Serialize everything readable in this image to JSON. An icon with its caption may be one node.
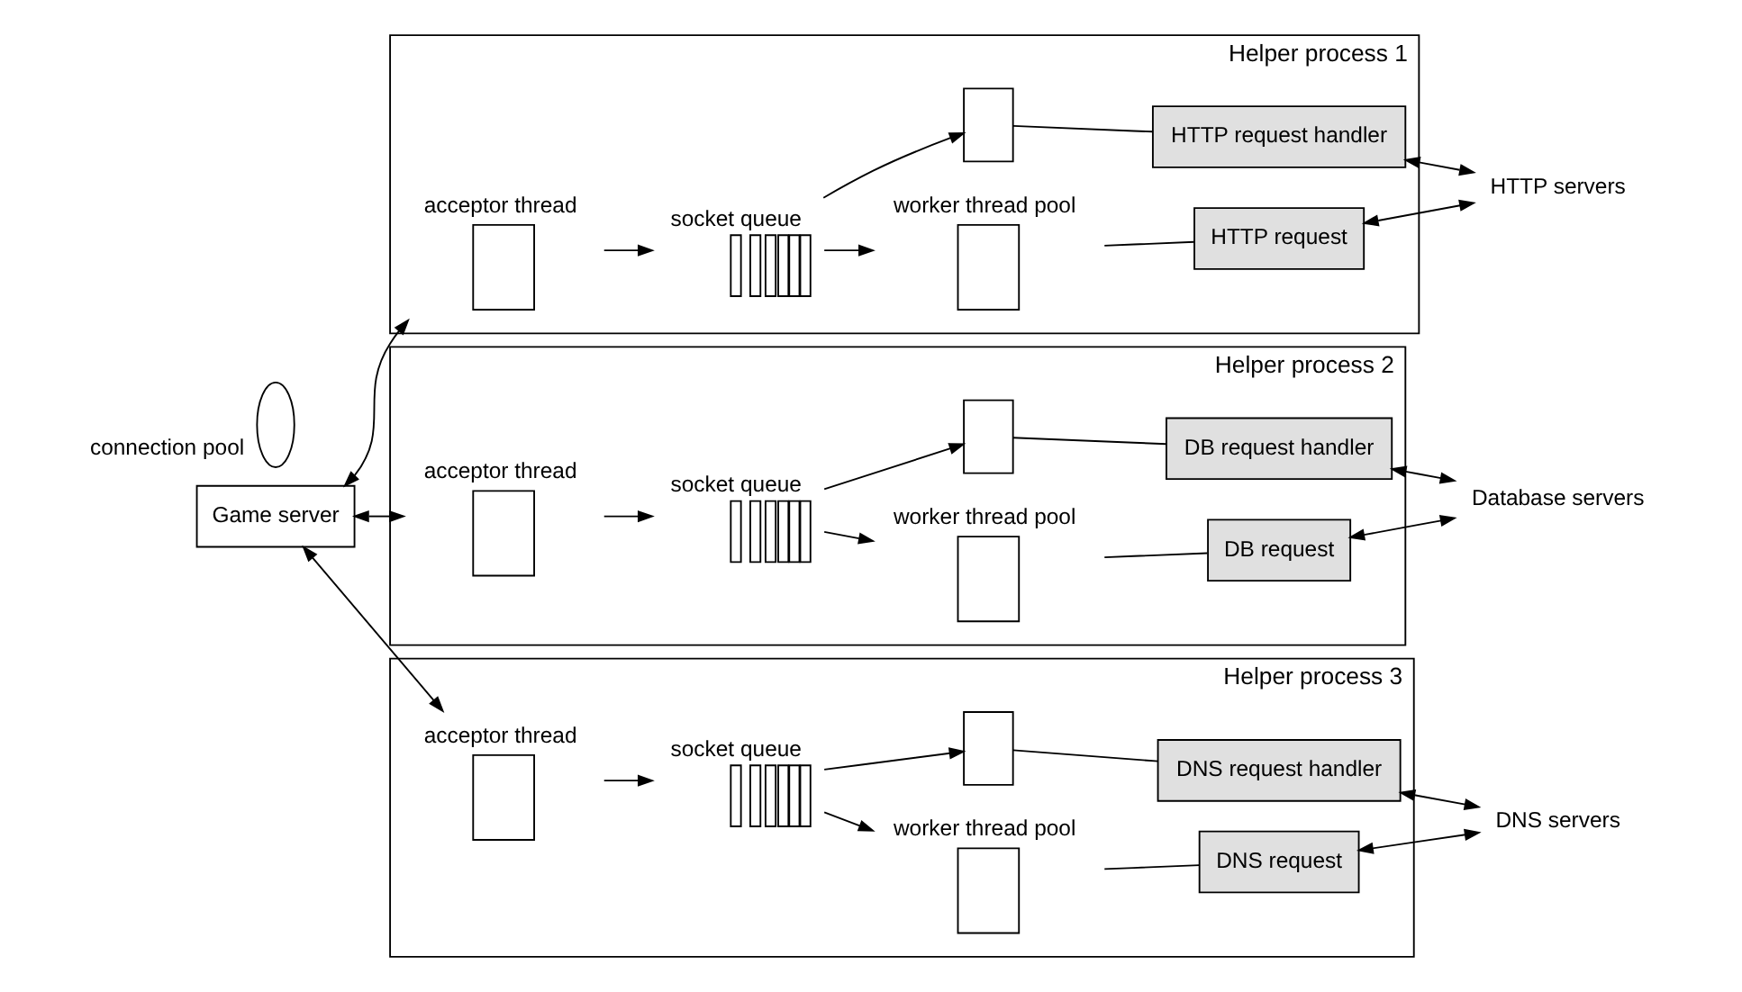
{
  "diagram": {
    "nodes": [
      {
        "text": [
          "Helper process 1"
        ]
      },
      {
        "text": [
          "acceptor thread"
        ],
        "in": 0
      },
      {
        "text": [
          "socket queue"
        ],
        "in": 0
      },
      {
        "text": [
          "worker thread pool"
        ],
        "in": 0
      },
      {
        "text": [],
        "shape": "box",
        "in": 0
      },
      {
        "text": [
          "HTTP request"
        ],
        "in": 0
      },
      {
        "text": [
          "HTTP request handler"
        ],
        "in": 0
      },
      {
        "text": [
          "HTTP servers"
        ]
      },
      {
        "text": [
          "Game server"
        ]
      },
      {
        "text": [
          "Helper process 2"
        ]
      },
      {
        "text": [
          "acceptor thread"
        ],
        "in": 9
      },
      {
        "text": [
          "socket queue"
        ],
        "in": 9
      },
      {
        "text": [
          "worker thread pool"
        ],
        "in": 9
      },
      {
        "text": [],
        "shape": "box",
        "in": 9
      },
      {
        "text": [
          "DB request"
        ],
        "in": 9
      },
      {
        "text": [
          "DB request handler"
        ],
        "in": 9
      },
      {
        "text": [
          "connection pool"
        ]
      },
      {
        "text": [
          "Database servers"
        ]
      },
      {
        "text": [
          "Helper process 3"
        ]
      },
      {
        "text": [
          "acceptor thread"
        ],
        "in": 18
      },
      {
        "text": [
          "socket queue"
        ],
        "in": 18
      },
      {
        "text": [
          "worker thread pool"
        ],
        "in": 18
      },
      {
        "text": [],
        "shape": "box",
        "in": 18
      },
      {
        "text": [
          "DNS request"
        ],
        "in": 18
      },
      {
        "text": [
          "DNS request handler"
        ],
        "in": 18
      },
      {
        "text": [
          "DNS servers"
        ]
      }
    ],
    "edges": [
      {
        "from": 8,
        "to": 1,
        "arrow": "both"
      },
      {
        "from": 1,
        "to": 2,
        "arrow": "to"
      },
      {
        "from": 2,
        "to": 3,
        "arrow": "to"
      },
      {
        "from": 2,
        "to": 4,
        "arrow": "to"
      },
      {
        "from": 3,
        "to": 5,
        "arrow": "none"
      },
      {
        "from": 4,
        "to": 6,
        "arrow": "none"
      },
      {
        "from": 5,
        "to": 7,
        "arrow": "both"
      },
      {
        "from": 6,
        "to": 7,
        "arrow": "both"
      },
      {
        "from": 8,
        "to": 10,
        "arrow": "both"
      },
      {
        "from": 10,
        "to": 11,
        "arrow": "to"
      },
      {
        "from": 11,
        "to": 12,
        "arrow": "to"
      },
      {
        "from": 11,
        "to": 13,
        "arrow": "to"
      },
      {
        "from": 12,
        "to": 14,
        "arrow": "none"
      },
      {
        "from": 13,
        "to": 15,
        "arrow": "none"
      },
      {
        "from": 14,
        "to": 17,
        "arrow": "both"
      },
      {
        "from": 15,
        "to": 17,
        "arrow": "both"
      },
      {
        "from": 8,
        "to": 19,
        "arrow": "both"
      },
      {
        "from": 19,
        "to": 20,
        "arrow": "to"
      },
      {
        "from": 20,
        "to": 21,
        "arrow": "to"
      },
      {
        "from": 20,
        "to": 22,
        "arrow": "to"
      },
      {
        "from": 21,
        "to": 23,
        "arrow": "none"
      },
      {
        "from": 22,
        "to": 24,
        "arrow": "none"
      },
      {
        "from": 23,
        "to": 25,
        "arrow": "both"
      },
      {
        "from": 24,
        "to": 25,
        "arrow": "both"
      }
    ]
  }
}
